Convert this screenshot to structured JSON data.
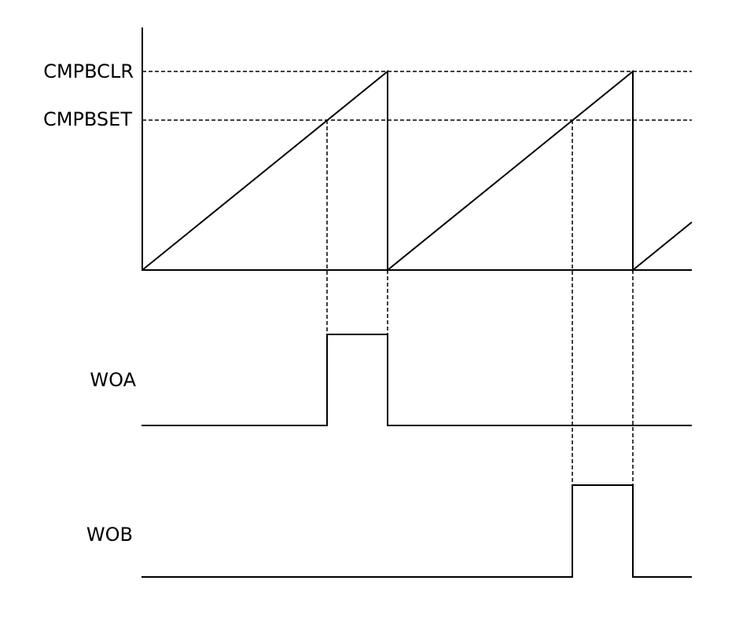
{
  "labels": {
    "cmpbclr": "CMPBCLR",
    "cmpbset": "CMPBSET",
    "woa": "WOA",
    "wob": "WOB"
  },
  "colors": {
    "line": "#000000",
    "background": "#ffffff"
  }
}
